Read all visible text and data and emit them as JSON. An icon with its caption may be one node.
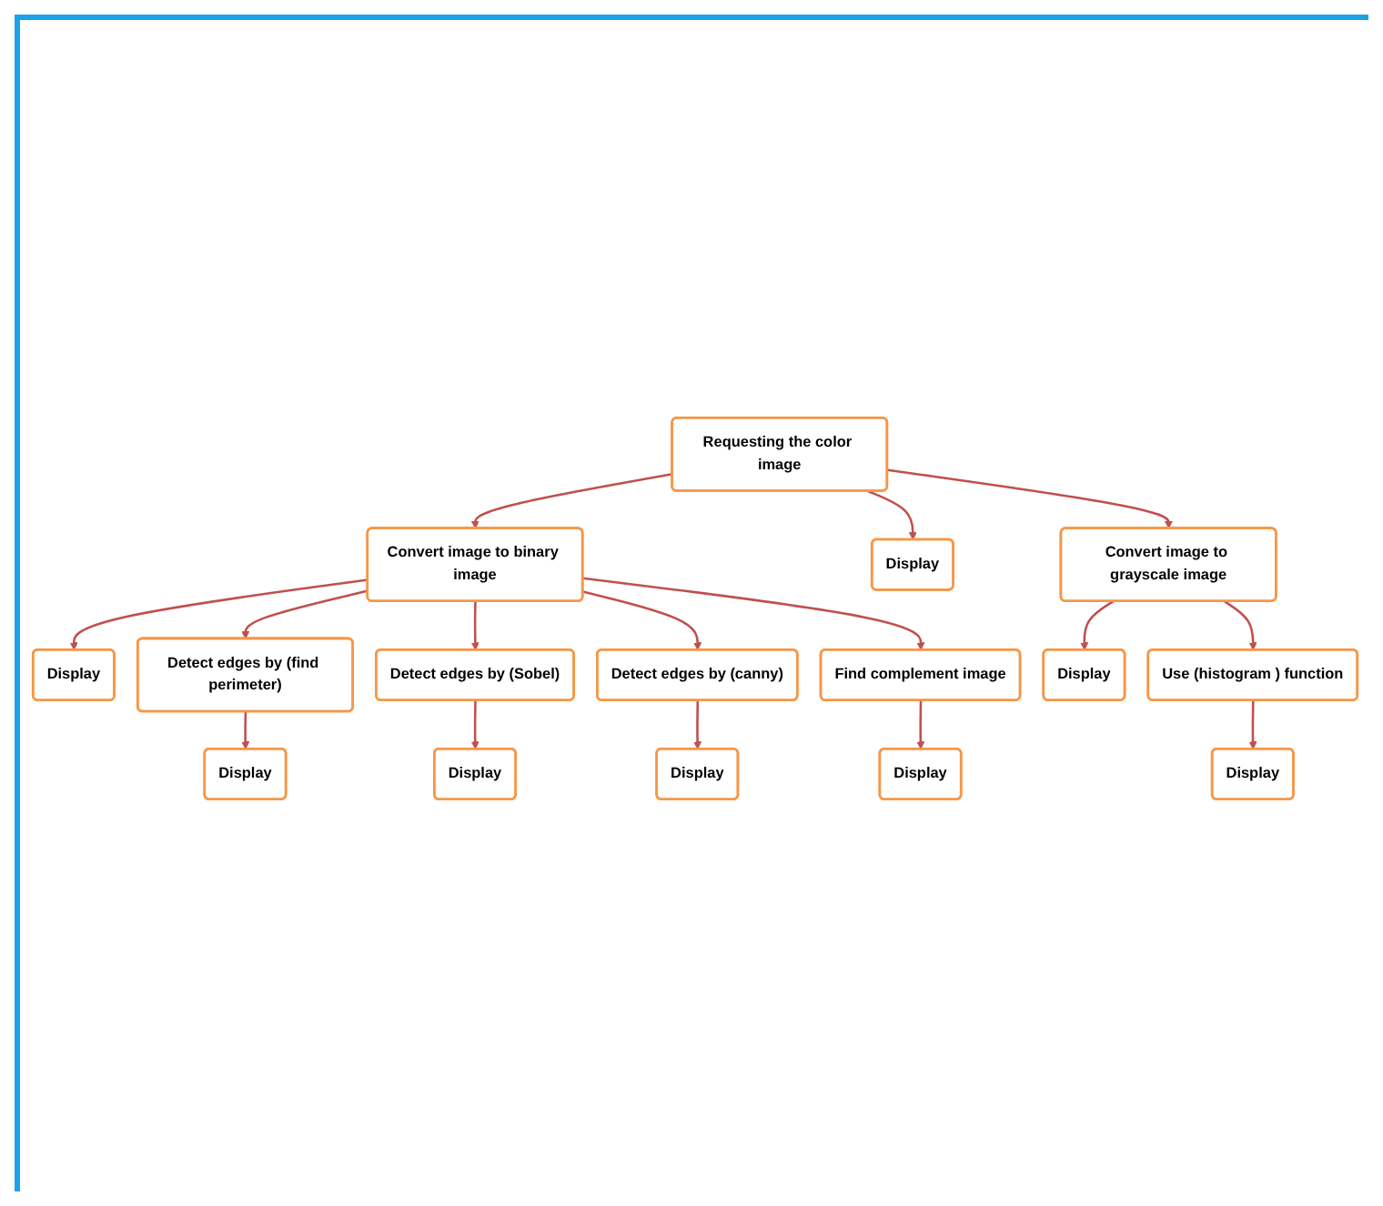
{
  "diagram": {
    "nodes": [
      {
        "text": [
          "Requesting the color image"
        ]
      },
      {
        "text": [
          "Convert image to binary image"
        ]
      },
      {
        "text": [
          "Display"
        ]
      },
      {
        "text": [
          "Display"
        ]
      },
      {
        "text": [
          "Convert image to grayscale image"
        ]
      },
      {
        "text": [
          "Detect edges by (find perimeter)"
        ]
      },
      {
        "text": [
          "Display"
        ]
      },
      {
        "text": [
          "Display"
        ]
      },
      {
        "text": [
          "Use (histogram ) function"
        ]
      },
      {
        "text": [
          "Detect edges by (Sobel)"
        ]
      },
      {
        "text": [
          "Display"
        ]
      },
      {
        "text": [
          "Display"
        ]
      },
      {
        "text": [
          "Detect edges by (canny)"
        ]
      },
      {
        "text": [
          "Display"
        ]
      },
      {
        "text": [
          "Display"
        ]
      },
      {
        "text": [
          "Find complement image"
        ]
      }
    ],
    "edges": [
      {
        "from": 0,
        "to": 1,
        "arrow": "to"
      },
      {
        "from": 0,
        "to": 3,
        "arrow": "to"
      },
      {
        "from": 0,
        "to": 4,
        "arrow": "to"
      },
      {
        "from": 1,
        "to": 2,
        "arrow": "to"
      },
      {
        "from": 1,
        "to": 5,
        "arrow": "to"
      },
      {
        "from": 1,
        "to": 9,
        "arrow": "to"
      },
      {
        "from": 1,
        "to": 12,
        "arrow": "to"
      },
      {
        "from": 1,
        "to": 15,
        "arrow": "to"
      },
      {
        "from": 5,
        "to": 6,
        "arrow": "to"
      },
      {
        "from": 9,
        "to": 10,
        "arrow": "to"
      },
      {
        "from": 12,
        "to": 13,
        "arrow": "to"
      },
      {
        "from": 4,
        "to": 7,
        "arrow": "to"
      },
      {
        "from": 4,
        "to": 8,
        "arrow": "to"
      },
      {
        "from": 8,
        "to": 11,
        "arrow": "to"
      },
      {
        "from": 15,
        "to": 14,
        "arrow": "to"
      }
    ]
  }
}
